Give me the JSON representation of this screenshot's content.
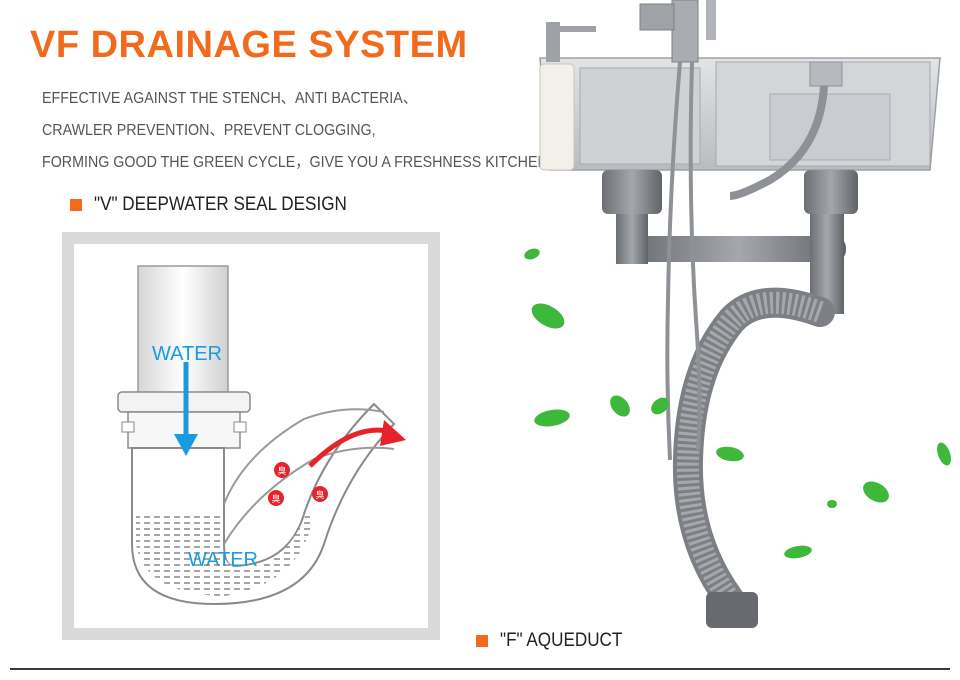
{
  "header": {
    "title": "VF DRAINAGE SYSTEM",
    "lines": [
      "EFFECTIVE AGAINST THE STENCH、ANTI BACTERIA、",
      "CRAWLER PREVENTION、PREVENT CLOGGING,",
      "FORMING GOOD THE GREEN CYCLE，GIVE YOU A FRESHNESS KITCHEN"
    ]
  },
  "features": {
    "v_seal": "\"V\" DEEPWATER SEAL DESIGN",
    "f_aqueduct": "\"F\" AQUEDUCT"
  },
  "diagram": {
    "water_top": "WATER",
    "water_bottom": "WATER",
    "badge_glyph": "臭"
  },
  "colors": {
    "accent": "#f26a1b",
    "water_blue": "#1a9be0",
    "arrow_red": "#e8222a",
    "leaf_green": "#3db83a"
  }
}
